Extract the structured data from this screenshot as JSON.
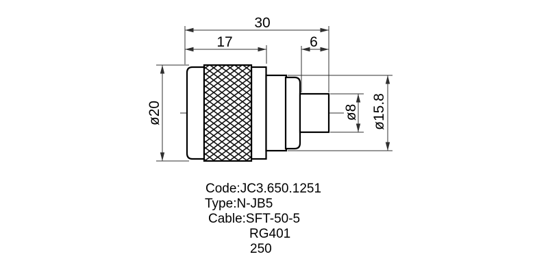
{
  "drawing": {
    "title": "N-JB5 coaxial connector dimension drawing",
    "dimensions": {
      "overall_length": "30",
      "nut_length": "17",
      "pin_length": "6",
      "body_diameter": "ø20",
      "pin_diameter": "ø8",
      "flange_diameter": "ø15.8"
    },
    "notes": {
      "code": "Code:JC3.650.1251",
      "type": "Type:N-JB5",
      "cable": "Cable:SFT-50-5",
      "cable_alt1": "RG401",
      "cable_alt2": "250"
    },
    "colors": {
      "outline": "#000000",
      "thin_line": "#2f2f2f",
      "background": "#ffffff"
    }
  }
}
